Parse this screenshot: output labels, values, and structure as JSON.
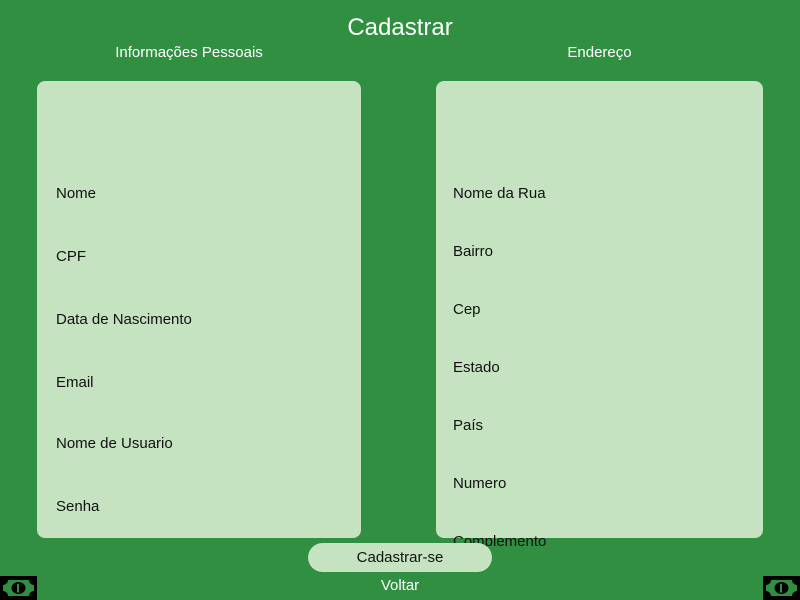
{
  "header": {
    "title": "Cadastrar"
  },
  "personal": {
    "title": "Informações Pessoais",
    "fields": {
      "nome": "Nome",
      "cpf": "CPF",
      "nascimento": "Data de Nascimento",
      "email": "Email",
      "usuario": "Nome de Usuario",
      "senha": "Senha"
    }
  },
  "address": {
    "title": "Endereço",
    "fields": {
      "rua": "Nome da Rua",
      "bairro": "Bairro",
      "cep": "Cep",
      "estado": "Estado",
      "pais": "País",
      "numero": "Numero",
      "complemento": "Complemento"
    }
  },
  "actions": {
    "submit_label": "Cadastrar-se",
    "back_label": "Voltar"
  },
  "icons": {
    "corner": "money-bill-icon"
  },
  "colors": {
    "background": "#318f41",
    "panel": "#c5e3c0",
    "text_light": "#ffffff",
    "text_dark": "#111111"
  }
}
